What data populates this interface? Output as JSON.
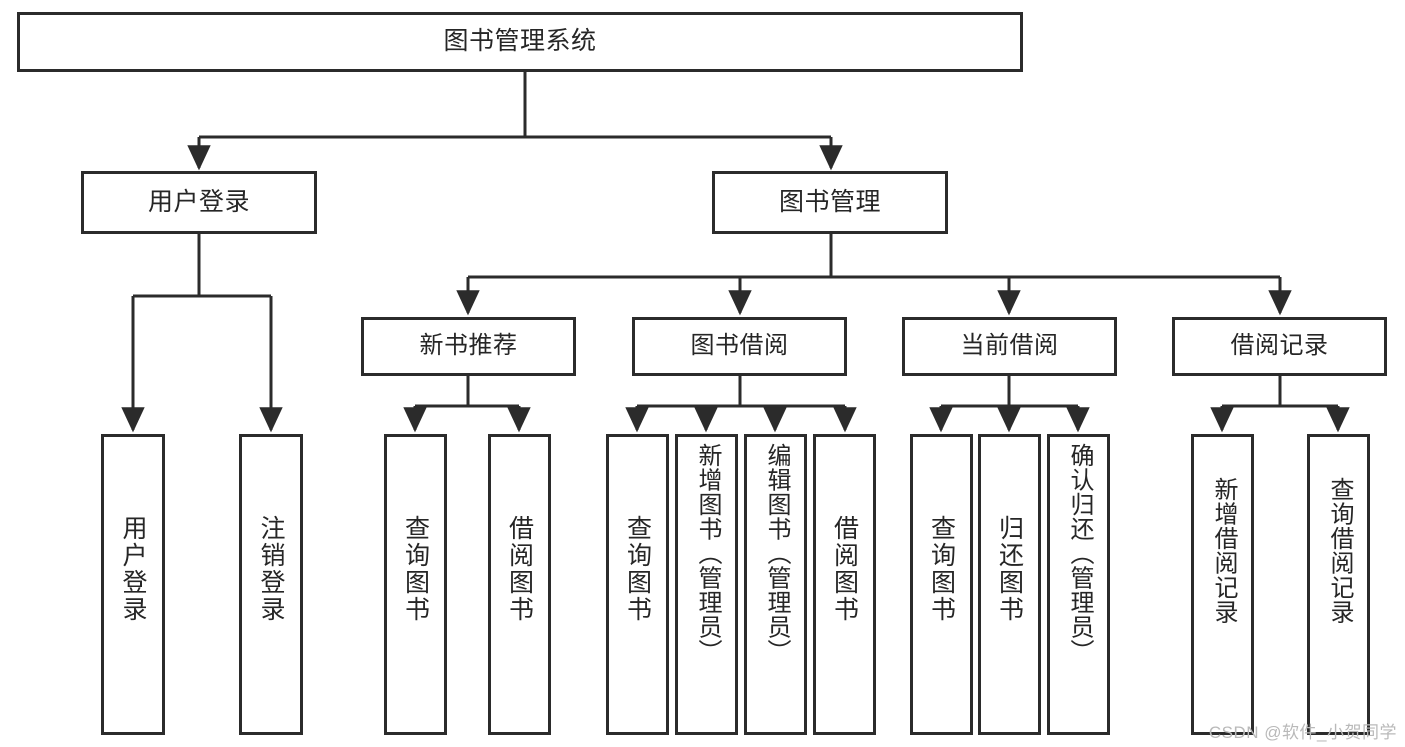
{
  "diagram": {
    "title": "图书管理系统",
    "type": "tree-hierarchy",
    "watermark": "CSDN @软件_小贺同学",
    "colors": {
      "border": "#2b2b2b",
      "text": "#262626",
      "background": "#ffffff",
      "watermark": "#b9b9b9"
    },
    "root": {
      "id": "root",
      "label": "图书管理系统"
    },
    "level2": [
      {
        "id": "user-login",
        "label": "用户登录"
      },
      {
        "id": "book-manage",
        "label": "图书管理"
      }
    ],
    "level3": [
      {
        "id": "new-book-rec",
        "label": "新书推荐",
        "parent": "book-manage"
      },
      {
        "id": "book-borrow",
        "label": "图书借阅",
        "parent": "book-manage"
      },
      {
        "id": "current-borrow",
        "label": "当前借阅",
        "parent": "book-manage"
      },
      {
        "id": "borrow-record",
        "label": "借阅记录",
        "parent": "book-manage"
      }
    ],
    "leaves": [
      {
        "id": "leaf-user-login",
        "label": "用户登录",
        "parent": "user-login"
      },
      {
        "id": "leaf-logout",
        "label": "注销登录",
        "parent": "user-login"
      },
      {
        "id": "leaf-query-book-1",
        "label": "查询图书",
        "parent": "new-book-rec"
      },
      {
        "id": "leaf-borrow-book-1",
        "label": "借阅图书",
        "parent": "new-book-rec"
      },
      {
        "id": "leaf-query-book-2",
        "label": "查询图书",
        "parent": "book-borrow"
      },
      {
        "id": "leaf-add-book",
        "label": "新增图书（管理员）",
        "parent": "book-borrow"
      },
      {
        "id": "leaf-edit-book",
        "label": "编辑图书（管理员）",
        "parent": "book-borrow"
      },
      {
        "id": "leaf-borrow-book-2",
        "label": "借阅图书",
        "parent": "book-borrow"
      },
      {
        "id": "leaf-query-book-3",
        "label": "查询图书",
        "parent": "current-borrow"
      },
      {
        "id": "leaf-return-book",
        "label": "归还图书",
        "parent": "current-borrow"
      },
      {
        "id": "leaf-confirm-return",
        "label": "确认归还（管理员）",
        "parent": "current-borrow"
      },
      {
        "id": "leaf-add-record",
        "label": "新增借阅记录",
        "parent": "borrow-record"
      },
      {
        "id": "leaf-query-record",
        "label": "查询借阅记录",
        "parent": "borrow-record"
      }
    ]
  }
}
